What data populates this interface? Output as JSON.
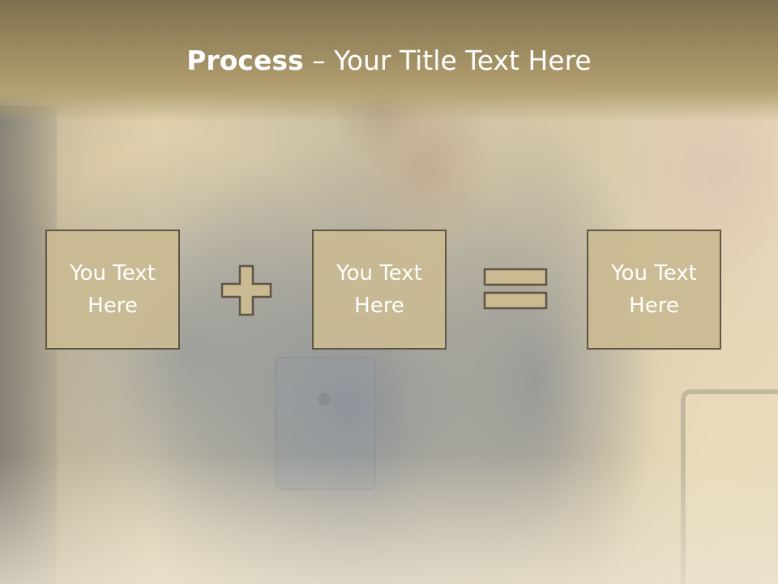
{
  "slide": {
    "title_bold": "Process",
    "title_separator": " – ",
    "title_rest": "Your Title Text Here",
    "boxes": [
      {
        "text": "You Text Here"
      },
      {
        "text": "You Text Here"
      },
      {
        "text": "You Text Here"
      }
    ],
    "operators": [
      "plus-icon",
      "equals-icon"
    ]
  },
  "colors": {
    "title_band": "#9b8960",
    "box_fill": "#c9ba92",
    "box_border": "#5e5545",
    "text": "#ffffff"
  }
}
